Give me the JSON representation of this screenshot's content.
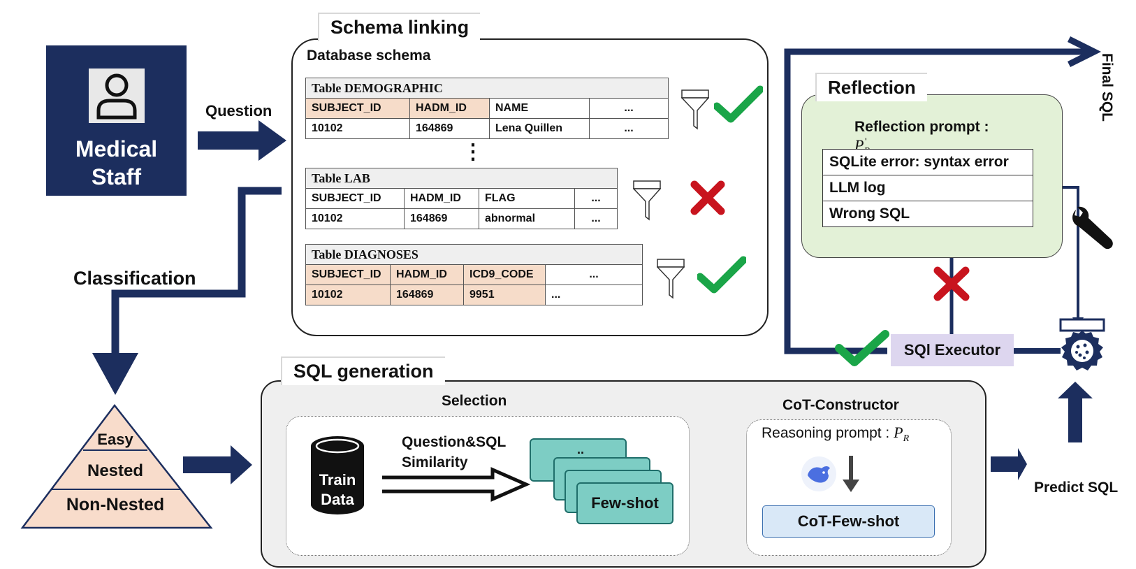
{
  "staff": {
    "label_line1": "Medical",
    "label_line2": "Staff"
  },
  "question_label": "Question",
  "classification_label": "Classification",
  "pyramid": {
    "levels": [
      "Easy",
      "Nested",
      "Non-Nested"
    ]
  },
  "schema_linking": {
    "title": "Schema linking",
    "subtitle": "Database schema",
    "ellipsis": "⋮",
    "tables": [
      {
        "caption": "Table DEMOGRAPHIC",
        "headers": [
          "SUBJECT_ID",
          "HADM_ID",
          "NAME",
          "..."
        ],
        "row": [
          "10102",
          "164869",
          "Lena Quillen",
          "..."
        ],
        "selected": true
      },
      {
        "caption": "Table LAB",
        "headers": [
          "SUBJECT_ID",
          "HADM_ID",
          "FLAG",
          "..."
        ],
        "row": [
          "10102",
          "164869",
          "abnormal",
          "..."
        ],
        "selected": false
      },
      {
        "caption": "Table DIAGNOSES",
        "headers": [
          "SUBJECT_ID",
          "HADM_ID",
          "ICD9_CODE",
          "..."
        ],
        "row": [
          "10102",
          "164869",
          "9951",
          "..."
        ],
        "selected": true
      }
    ]
  },
  "reflection": {
    "title": "Reflection",
    "prompt_label": "Reflection prompt : ",
    "prompt_symbol": "P",
    "prompt_sub": "R",
    "prompt_sup": "'",
    "items": [
      "SQLite error: syntax error",
      "LLM  log",
      "Wrong SQL"
    ]
  },
  "final_sql_label": "Final SQL",
  "executor_label": "SQl  Executor",
  "predict_sql_label": "Predict SQL",
  "sql_generation": {
    "title": "SQL generation",
    "selection_label": "Selection",
    "train_data_line1": "Train",
    "train_data_line2": "Data",
    "similarity_line1": "Question&SQL",
    "similarity_line2": "Similarity",
    "card_dots": "..",
    "few_shot_label": "Few-shot",
    "cot_title": "CoT-Constructor",
    "reasoning_label": "Reasoning prompt : ",
    "reasoning_symbol": "P",
    "reasoning_sub": "R",
    "cot_few_shot_label": "CoT-Few-shot"
  },
  "colors": {
    "navy": "#1c2e5e",
    "check_green": "#1aa548",
    "cross_red": "#c8141e",
    "pk_fill": "#f6dcc9",
    "pyramid_fill": "#f8dccb",
    "reflection_fill": "#e3f1d7",
    "executor_fill": "#ddd6ef",
    "card_fill": "#7dcdc4",
    "cot_fill": "#d9e8f7",
    "generation_fill": "#efefef"
  }
}
